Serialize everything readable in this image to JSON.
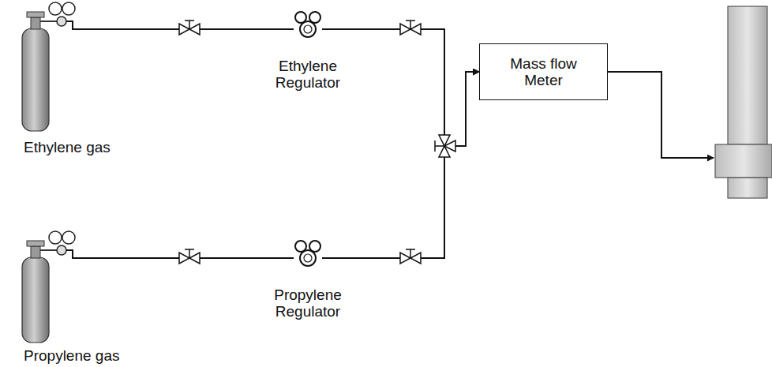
{
  "diagram": {
    "nodes": [
      {
        "text": [
          "Ethylene gas"
        ]
      },
      {
        "text": [
          "Ethylene Regulator"
        ]
      },
      {
        "text": [
          "Mass flow Meter"
        ]
      },
      {
        "text": [
          "Propylene gas"
        ]
      },
      {
        "text": [
          "Propylene Regulator"
        ]
      }
    ],
    "edges": [
      {
        "from": 0,
        "to": 1,
        "arrow": "none"
      },
      {
        "from": 1,
        "to": 2,
        "arrow": "to"
      },
      {
        "from": 3,
        "to": 4,
        "arrow": "none"
      },
      {
        "from": 4,
        "to": 2,
        "arrow": "to"
      }
    ]
  }
}
